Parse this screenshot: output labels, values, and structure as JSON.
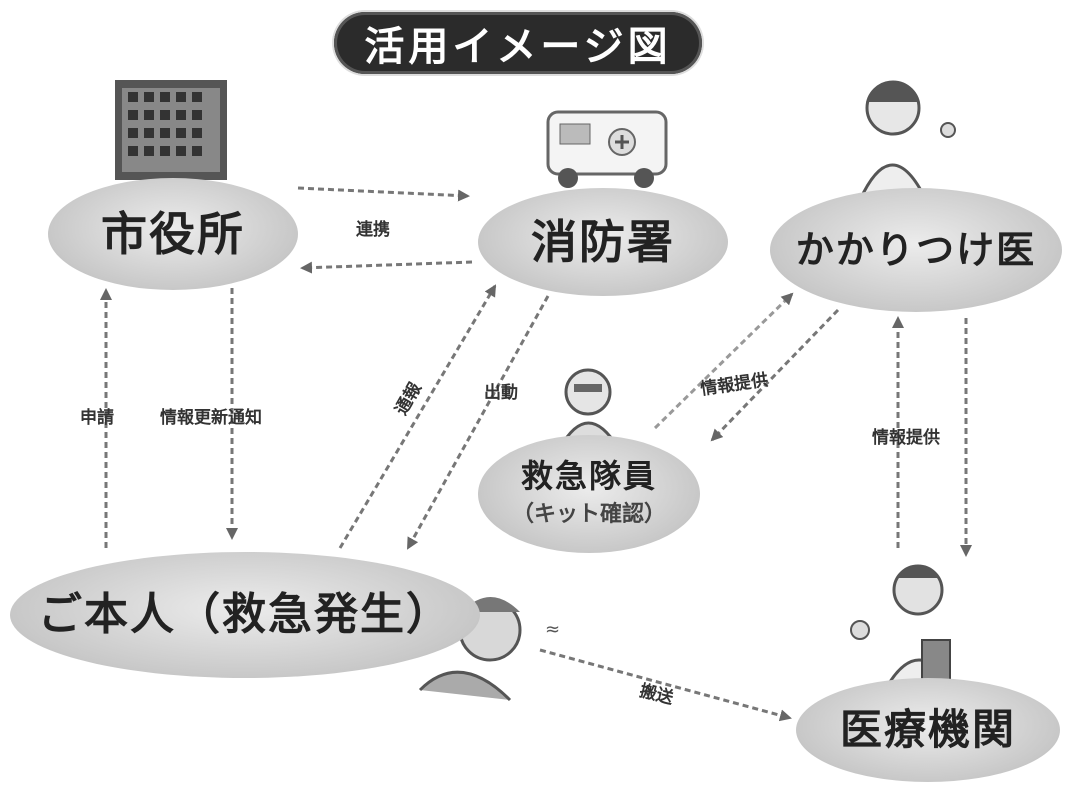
{
  "title": "活用イメージ図",
  "nodes": {
    "city_hall": "市役所",
    "fire_dept": "消防署",
    "family_doctor": "かかりつけ医",
    "emergency_team": "救急隊員",
    "emergency_team_sub": "（キット確認）",
    "person": "ご本人（救急発生）",
    "medical_institution": "医療機関"
  },
  "edges": {
    "city_fire": "連携",
    "apply": "申請",
    "info_update": "情報更新通知",
    "report": "通報",
    "dispatch": "出動",
    "doctor_to_team": "情報提供",
    "doctor_to_hospital": "情報提供",
    "transport": "搬送"
  }
}
